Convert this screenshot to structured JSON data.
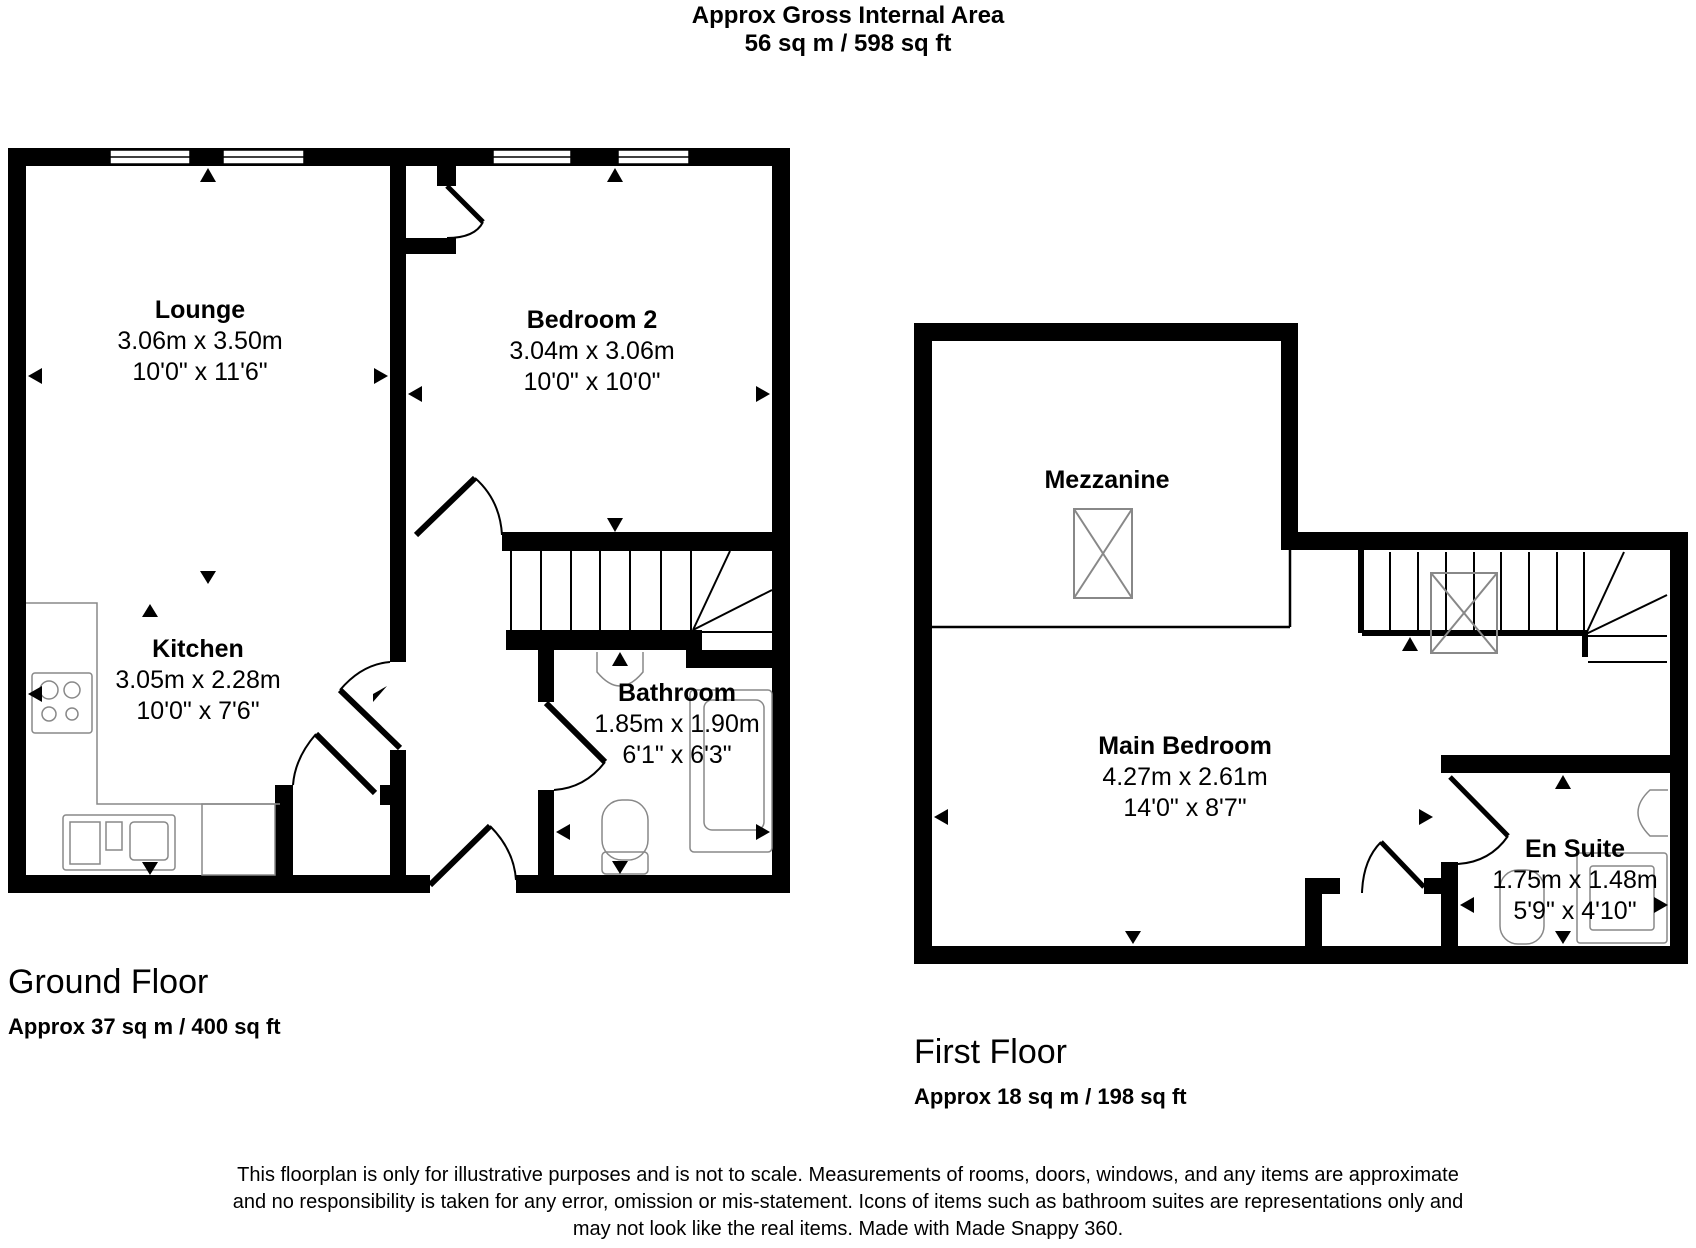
{
  "header": {
    "title": "Approx Gross Internal Area",
    "total_area": "56 sq m / 598 sq ft"
  },
  "ground_floor": {
    "title": "Ground Floor",
    "area": "Approx 37 sq m / 400 sq ft",
    "rooms": [
      {
        "name": "Lounge",
        "metric": "3.06m x 3.50m",
        "imperial": "10'0\" x 11'6\""
      },
      {
        "name": "Bedroom 2",
        "metric": "3.04m x 3.06m",
        "imperial": "10'0\" x 10'0\""
      },
      {
        "name": "Kitchen",
        "metric": "3.05m x 2.28m",
        "imperial": "10'0\" x 7'6\""
      },
      {
        "name": "Bathroom",
        "metric": "1.85m x 1.90m",
        "imperial": "6'1\" x 6'3\""
      }
    ]
  },
  "first_floor": {
    "title": "First Floor",
    "area": "Approx 18 sq m / 198 sq ft",
    "rooms": [
      {
        "name": "Mezzanine"
      },
      {
        "name": "Main Bedroom",
        "metric": "4.27m x 2.61m",
        "imperial": "14'0\" x 8'7\""
      },
      {
        "name": "En Suite",
        "metric": "1.75m x 1.48m",
        "imperial": "5'9\" x 4'10\""
      }
    ]
  },
  "disclaimer": {
    "line1": "This floorplan is only for illustrative purposes and is not to scale. Measurements of rooms, doors, windows, and any items are approximate",
    "line2": "and no responsibility is taken for any error, omission or mis-statement. Icons of items such as bathroom suites are representations only and",
    "line3": "may not look like the real items. Made with Made Snappy 360."
  },
  "colors": {
    "wall": "#000000",
    "fixture": "#888888",
    "background": "#ffffff"
  }
}
